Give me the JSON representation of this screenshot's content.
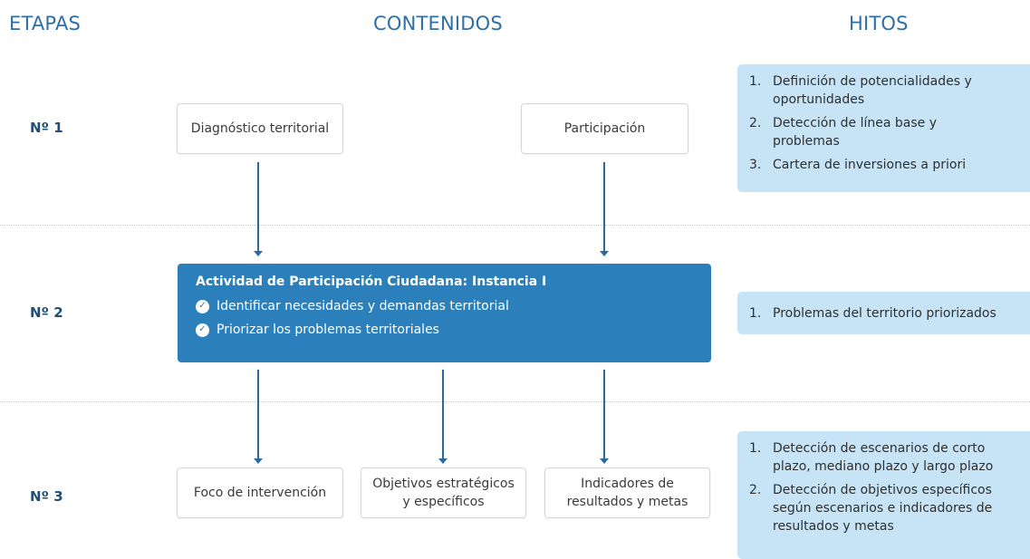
{
  "headers": {
    "etapas": "ETAPAS",
    "contenidos": "CONTENIDOS",
    "hitos": "HITOS"
  },
  "stages": [
    "Nº 1",
    "Nº 2",
    "Nº 3"
  ],
  "stage1": {
    "box_left": "Diagnóstico territorial",
    "box_right": "Participación"
  },
  "stage2": {
    "title": "Actividad de Participación Ciudadana: Instancia I",
    "items": [
      "Identificar necesidades y demandas territorial",
      "Priorizar los problemas territoriales"
    ]
  },
  "stage3": {
    "box_1": "Foco de intervención",
    "box_2": [
      "Objetivos estratégicos",
      "y específicos"
    ],
    "box_3": [
      "Indicadores de",
      "resultados y metas"
    ]
  },
  "hitos": {
    "stage1": [
      {
        "num": "1.",
        "lines": [
          "Definición de potencialidades y",
          "oportunidades"
        ]
      },
      {
        "num": "2.",
        "lines": [
          "Detección de línea base y",
          "problemas"
        ]
      },
      {
        "num": "3.",
        "lines": [
          "Cartera de inversiones a priori"
        ]
      }
    ],
    "stage2": [
      {
        "num": "1.",
        "lines": [
          "Problemas del territorio priorizados"
        ]
      }
    ],
    "stage3": [
      {
        "num": "1.",
        "lines": [
          "Detección de escenarios de corto",
          "plazo, mediano plazo y largo plazo"
        ]
      },
      {
        "num": "2.",
        "lines": [
          "Detección de objetivos específicos",
          "según escenarios e indicadores de",
          "resultados y metas"
        ]
      }
    ]
  },
  "colors": {
    "accent": "#2b80bb",
    "header": "#2e6fa8",
    "hito_bg": "#c6e4f6",
    "stage_label": "#1f4e79"
  },
  "icons": {
    "check": "check-circle-icon",
    "arrow": "arrow-down-icon"
  }
}
